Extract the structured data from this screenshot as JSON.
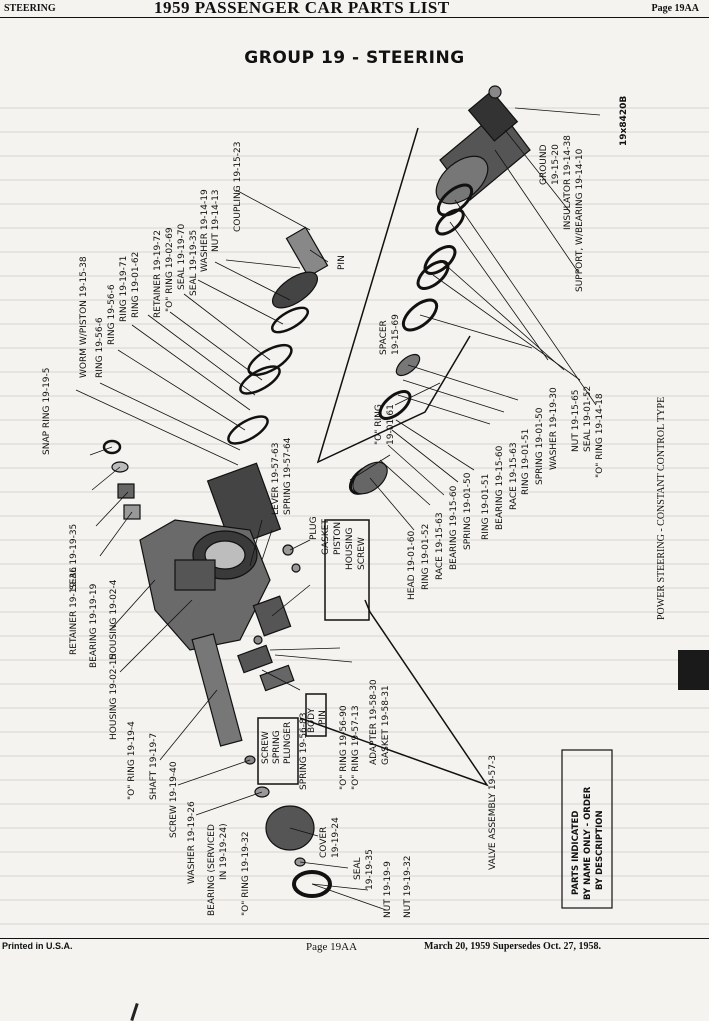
{
  "header": {
    "section": "STEERING",
    "title": "1959 PASSENGER CAR PARTS LIST",
    "page": "Page 19AA"
  },
  "group_title": "GROUP 19 - STEERING",
  "figure_id": "19x8420B",
  "side_caption": "POWER STEERING - CONSTANT CONTROL TYPE",
  "note": [
    "PARTS INDICATED",
    "BY NAME ONLY - ORDER",
    "BY DESCRIPTION"
  ],
  "labels": {
    "ground": "GROUND",
    "ground_num": "19-15-20",
    "insulator": "INSULATOR 19-14-38",
    "support": "SUPPORT, W/BEARING 19-14-10",
    "coupling": "COUPLING 19-15-23",
    "nut_19_14_13": "NUT 19-14-13",
    "washer_19_14_19": "WASHER 19-14-19",
    "seal_19_19_35": "SEAL 19-19-35",
    "seal_19_19_70": "SEAL 19-19-70",
    "o_ring_19_02_69": "\"O\" RING 19-02-69",
    "retainer_19_19_72": "RETAINER 19-19-72",
    "ring_19_01_62": "RING 19-01-62",
    "ring_19_19_71": "RING 19-19-71",
    "ring_19_56_6a": "RING 19-56-6",
    "ring_19_56_6b": "RING 19-56-6",
    "worm": "WORM W/PISTON 19-15-38",
    "snap_ring": "SNAP RING 19-19-5",
    "pin": "PIN",
    "spacer": "SPACER",
    "spacer_num": "19-15-69",
    "o_ring_19_01_61_a": "\"O\" RING",
    "o_ring_19_01_61_b": "19-01-61",
    "o_ring_19_14_18": "\"O\" RING 19-14-18",
    "seal_19_01_52": "SEAL 19-01-52",
    "nut_19_15_65": "NUT 19-15-65",
    "washer_19_19_30": "WASHER 19-19-30",
    "spring_19_01_50a": "SPRING 19-01-50",
    "ring_19_01_51a": "RING 19-01-51",
    "race_19_15_63a": "RACE 19-15-63",
    "bearing_19_15_60a": "BEARING 19-15-60",
    "ring_19_01_51b": "RING 19-01-51",
    "spring_19_01_50b": "SPRING 19-01-50",
    "bearing_19_15_60b": "BEARING 19-15-60",
    "race_19_15_63b": "RACE 19-15-63",
    "ring_19_01_52": "RING 19-01-52",
    "head": "HEAD 19-01-60",
    "seal_19_19_35b": "SEAL 19-19-35",
    "retainer_19_19_36": "RETAINER 19-19-36",
    "bearing_19_19_19": "BEARING 19-19-19",
    "housing_19_02_4": "HOUSING 19-02-4",
    "housing_19_02_15": "HOUSING 19-02-15",
    "lever": "LEVER 19-57-63",
    "spring_19_57_64": "SPRING 19-57-64",
    "plug": "PLUG",
    "gasket": "GASKET",
    "piston": "PISTON",
    "housing_v": "HOUSING",
    "screw_v": "SCREW",
    "o_ring_19_19_4": "\"O\" RING 19-19-4",
    "shaft": "SHAFT 19-19-7",
    "screw_19_19_40": "SCREW 19-19-40",
    "washer_19_19_26": "WASHER 19-19-26",
    "bearing_serviced": "BEARING (SERVICED",
    "bearing_serviced_2": "IN 19-19-24)",
    "o_ring_19_19_32": "\"O\" RING 19-19-32",
    "cover": "COVER",
    "cover_num": "19-19-24",
    "seal_19_19_35c": "SEAL",
    "seal_19_19_35c_num": "19-19-35",
    "nut_19_19_9": "NUT 19-19-9",
    "nut_19_19_32": "NUT 19-19-32",
    "screw_s": "SCREW",
    "spring_s": "SPRING",
    "plunger": "PLUNGER",
    "spring_19_56_83": "SPRING 19-56-83",
    "body": "BODY",
    "pin_b": "PIN",
    "o_ring_19_56_90": "\"O\" RING 19-56-90",
    "o_ring_19_57_13": "\"O\" RING 19-57-13",
    "adapter": "ADAPTER 19-58-30",
    "gasket_19_58_31": "GASKET 19-58-31",
    "valve_assembly": "VALVE ASSEMBLY 19-57-3"
  },
  "footer": {
    "printed": "Printed in U.S.A.",
    "page": "Page 19AA",
    "date": "March 20, 1959 Supersedes Oct. 27, 1958."
  }
}
